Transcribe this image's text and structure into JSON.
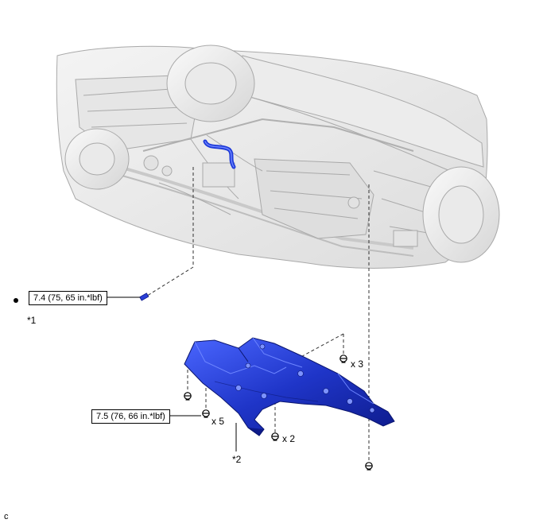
{
  "torque_values": {
    "clamp_bolt": "7.4 (75, 65 in.*lbf)",
    "cover_bolt": "7.5 (76, 66 in.*lbf)"
  },
  "callouts": {
    "part_1": "*1",
    "part_2": "*2"
  },
  "quantities": {
    "upper_bolts": "x 3",
    "rear_bolts": "x 2",
    "left_bolts": "x 5"
  },
  "figure_code": "C",
  "colors": {
    "part_highlight": "#2a3fd6",
    "vehicle_line": "#b8b8b8",
    "vehicle_fill": "#f0f0f0"
  }
}
